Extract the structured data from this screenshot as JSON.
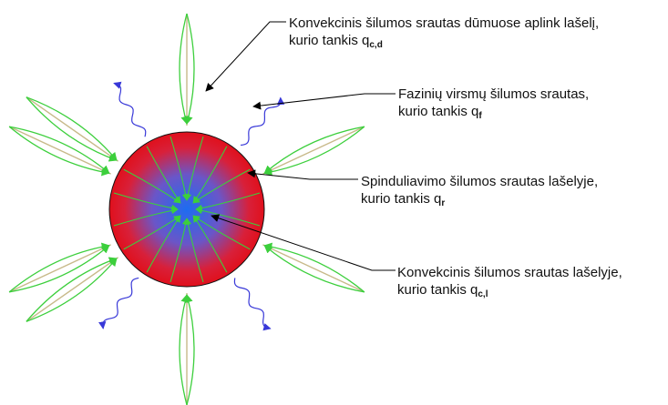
{
  "labels": {
    "convective_smoke": {
      "line1": "Konvekcinis šilumos srautas dūmuose aplink lašelį,",
      "line2_prefix": "kurio tankis q",
      "line2_sub": "c,d"
    },
    "phase_surface": {
      "line1": "Fazinių virsmų šilumos srautas,",
      "line2_prefix": "kurio tankis q",
      "line2_sub": "f"
    },
    "radiation": {
      "line1": "Spinduliavimo šilumos srautas lašelyje,",
      "line2_prefix": "kurio tankis q",
      "line2_sub": "r"
    },
    "convective_droplet": {
      "line1": "Konvekcinis šilumos srautas lašelyje,",
      "line2_prefix": "kurio tankis q",
      "line2_sub": "c,l"
    }
  },
  "colors": {
    "droplet_edge": "#d8001c",
    "droplet_core": "#1e6cf0",
    "convective_arrows": "#3ccf3c",
    "heat_lines": "#c8b98a",
    "wavy_arrows": "#3838d8",
    "leader_lines": "#000000"
  }
}
